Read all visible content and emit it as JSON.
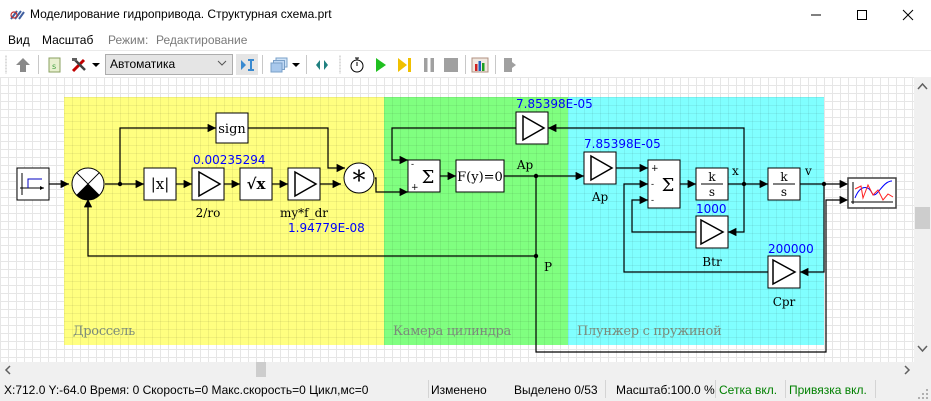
{
  "window": {
    "title": "Моделирование гидропривода. Структурная схема.prt",
    "controls": {
      "minimize": "minimize",
      "maximize": "maximize",
      "close": "close"
    }
  },
  "menu": {
    "items": [
      "Вид",
      "Масштаб"
    ],
    "mode_label": "Режим:",
    "mode_value": "Редактирование"
  },
  "toolbar": {
    "mode_select_value": "Автоматика",
    "buttons": [
      "up-arrow",
      "script",
      "tools",
      "tools-dropdown",
      "mode-select",
      "step-into",
      "layers",
      "layers-dropdown",
      "sync",
      "timer",
      "run",
      "step",
      "pause",
      "stop",
      "chart",
      "export"
    ]
  },
  "diagram": {
    "zones": [
      {
        "label": "Дроссель",
        "color": "#ffff80"
      },
      {
        "label": "Камера цилиндра",
        "color": "#80ff80"
      },
      {
        "label": "Плунжер с пружиной",
        "color": "#80ffff"
      }
    ],
    "blocks": {
      "abs": "|x|",
      "sign": "sign",
      "gain_ro": {
        "name": "2/ro",
        "value": "0.00235294"
      },
      "sqrt": "√x",
      "gain_myf": {
        "name": "my*f_dr",
        "value": "1.94779E-08"
      },
      "multiply": "*",
      "sum1": {
        "symbol": "Σ",
        "signs": [
          "-",
          "+"
        ]
      },
      "implicit": "F(y)=0",
      "gain_ap_fb": {
        "name": "Ap",
        "value": "7.85398E-05"
      },
      "gain_ap": {
        "name": "Ap",
        "value": "7.85398E-05"
      },
      "sum2": {
        "symbol": "Σ",
        "signs": [
          "+",
          "-",
          "-"
        ]
      },
      "integ1": {
        "num": "k",
        "den": "s",
        "out": "x"
      },
      "integ2": {
        "num": "k",
        "den": "s",
        "out": "v"
      },
      "gain_btr": {
        "name": "Btr",
        "value": "1000"
      },
      "gain_cpr": {
        "name": "Cpr",
        "value": "200000"
      },
      "signal_p": "P"
    }
  },
  "status": {
    "coords": "X:712.0  Y:-64.0 Время: 0 Скорость=0 Макс.скорость=0 Цикл,мс=0",
    "modified": "Изменено",
    "selected": "Выделено 0/53",
    "scale": "Масштаб:100.0 %",
    "grid": "Сетка вкл.",
    "snap": "Привязка вкл."
  }
}
